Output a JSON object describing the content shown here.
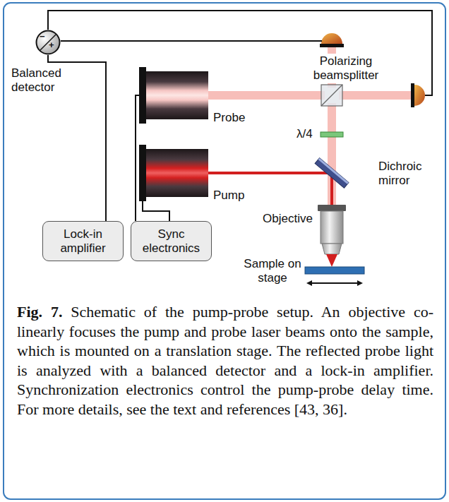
{
  "diagram": {
    "caption": "Fig. 7. Schematic of the pump-probe setup. An objective co-linearly focuses the pump and probe laser beams onto the sample, which is mounted on a translation stage. The reflected probe light is analyzed with a balanced detector and a lock-in amplifier. Synchronization electronics control the pump-probe delay time. For more details, see the text and references [43, 36].",
    "nodes": [
      {
        "text": [
          "Balanced detector",
          "−",
          "+"
        ]
      },
      {
        "text": [
          "Probe"
        ]
      },
      {
        "text": [
          "Pump"
        ]
      },
      {
        "text": [
          "Lock-in amplifier"
        ]
      },
      {
        "text": [
          "Sync electronics"
        ]
      }
    ],
    "edges": [
      {
        "from": 3,
        "to": 0,
        "arrow": "none"
      },
      {
        "from": 4,
        "to": 1,
        "arrow": "none"
      },
      {
        "from": 4,
        "to": 2,
        "arrow": "none"
      }
    ],
    "labels": [
      "Polarizing beamsplitter",
      "λ/4",
      "Dichroic mirror",
      "Objective",
      "Sample on stage"
    ]
  }
}
